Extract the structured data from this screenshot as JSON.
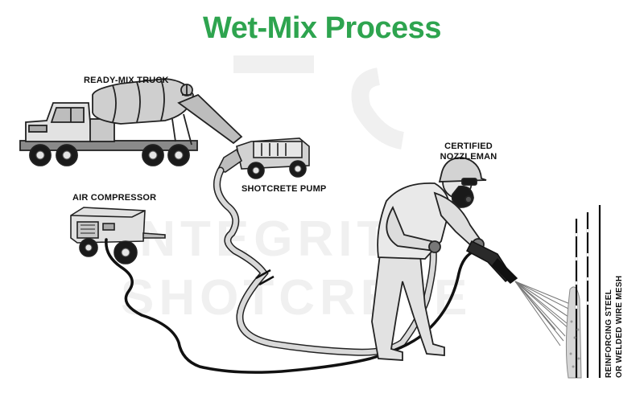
{
  "title": "Wet-Mix Process",
  "title_color": "#2ea44f",
  "labels": {
    "truck": "READY-MIX TRUCK",
    "pump": "SHOTCRETE PUMP",
    "compressor": "AIR COMPRESSOR",
    "nozzleman_line1": "CERTIFIED",
    "nozzleman_line2": "NOZZLEMAN",
    "steel_line1": "REINFORCING STEEL",
    "steel_line2": "OR WELDED WIRE MESH"
  },
  "watermark": {
    "line1": "INTEGRITY",
    "line2": "SHOTCRETE"
  }
}
